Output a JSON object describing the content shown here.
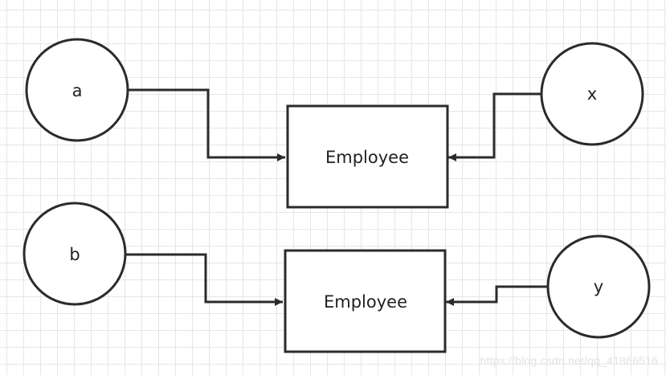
{
  "diagram": {
    "nodes": {
      "a": {
        "label": "a"
      },
      "b": {
        "label": "b"
      },
      "x": {
        "label": "x"
      },
      "y": {
        "label": "y"
      },
      "employee_top": {
        "label": "Employee"
      },
      "employee_bottom": {
        "label": "Employee"
      }
    },
    "edges": [
      {
        "from": "a",
        "to": "employee_top"
      },
      {
        "from": "x",
        "to": "employee_top"
      },
      {
        "from": "b",
        "to": "employee_bottom"
      },
      {
        "from": "y",
        "to": "employee_bottom"
      }
    ]
  },
  "watermark": "https://blog.csdn.net/qq_41866516",
  "colors": {
    "stroke": "#2b2b2b",
    "grid": "#e6e6e6"
  }
}
